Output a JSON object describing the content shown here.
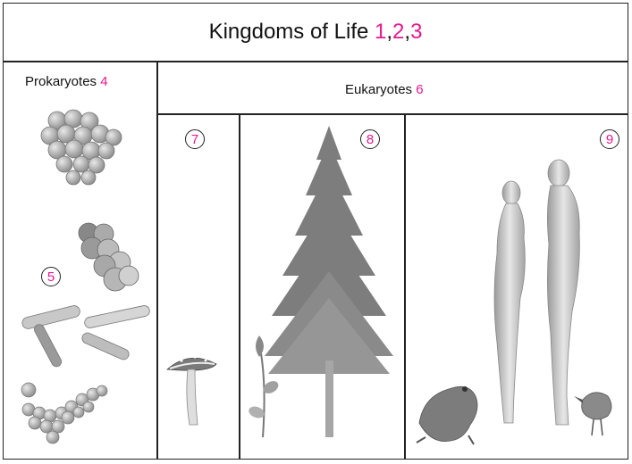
{
  "title": {
    "text": "Kingdoms of Life",
    "refs": [
      "1",
      "2",
      "3"
    ],
    "separator": ", "
  },
  "prokaryotes": {
    "label": "Prokaryotes",
    "ref": "4"
  },
  "eukaryotes": {
    "label": "Eukaryotes",
    "ref": "6"
  },
  "markers": {
    "m5": "5",
    "m7": "7",
    "m8": "8",
    "m9": "9"
  },
  "colors": {
    "accent": "#e6198f",
    "line": "#222222",
    "art": "#a8a8a8"
  },
  "icons": [
    "bacteria-cluster-icon",
    "coccus-cluster-icon",
    "bacilli-icon",
    "mushroom-icon",
    "spruce-tree-icon",
    "flower-icon",
    "human-figures-icon",
    "frog-icon",
    "bird-icon"
  ]
}
